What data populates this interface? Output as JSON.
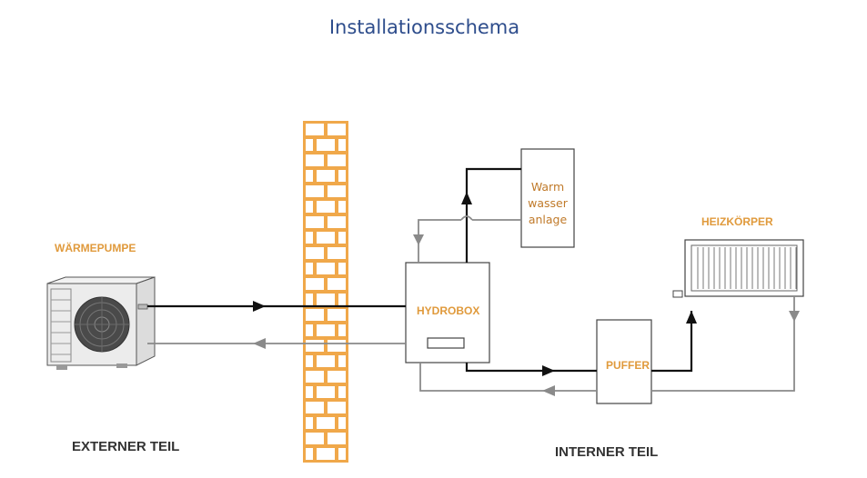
{
  "title": "Installationsschema",
  "labels": {
    "heat_pump": "WÄRMEPUMPE",
    "hydrobox": "HYDROBOX",
    "puffer": "PUFFER",
    "radiator": "HEIZKÖRPER",
    "external": "EXTERNER TEIL",
    "internal": "INTERNER TEIL"
  },
  "hot_water_tank": {
    "line1": "Warm",
    "line2": "wasser",
    "line3": "anlage"
  },
  "colors": {
    "title": "#2e4d8c",
    "label_orange": "#e09a3c",
    "brick": "#f0a84a",
    "flow_line": "#111111",
    "return_line": "#8a8a8a",
    "text_dark": "#333333"
  }
}
